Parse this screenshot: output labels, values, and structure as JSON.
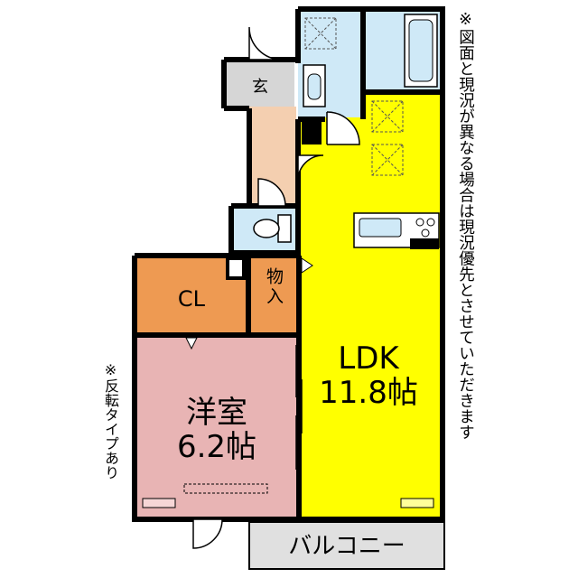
{
  "rooms": {
    "entrance": "玄",
    "closet": "CL",
    "storage": "物入",
    "ldk_name": "LDK",
    "ldk_size": "11.8帖",
    "western_name": "洋室",
    "western_size": "6.2帖",
    "balcony": "バルコニー"
  },
  "notes": {
    "disclaimer": "※図面と現況が異なる場合は現況優先とさせていただきます",
    "reverse": "※反転タイプあり"
  },
  "colors": {
    "ldk": "#ffff00",
    "closet": "#ee9a52",
    "storage": "#ee9a52",
    "western": "#e8b4b4",
    "hall": "#f4cfb0",
    "bath": "#cfe9f7",
    "entrance": "#d6d6d6",
    "balcony": "#e0e0e0",
    "wall": "#000000"
  }
}
